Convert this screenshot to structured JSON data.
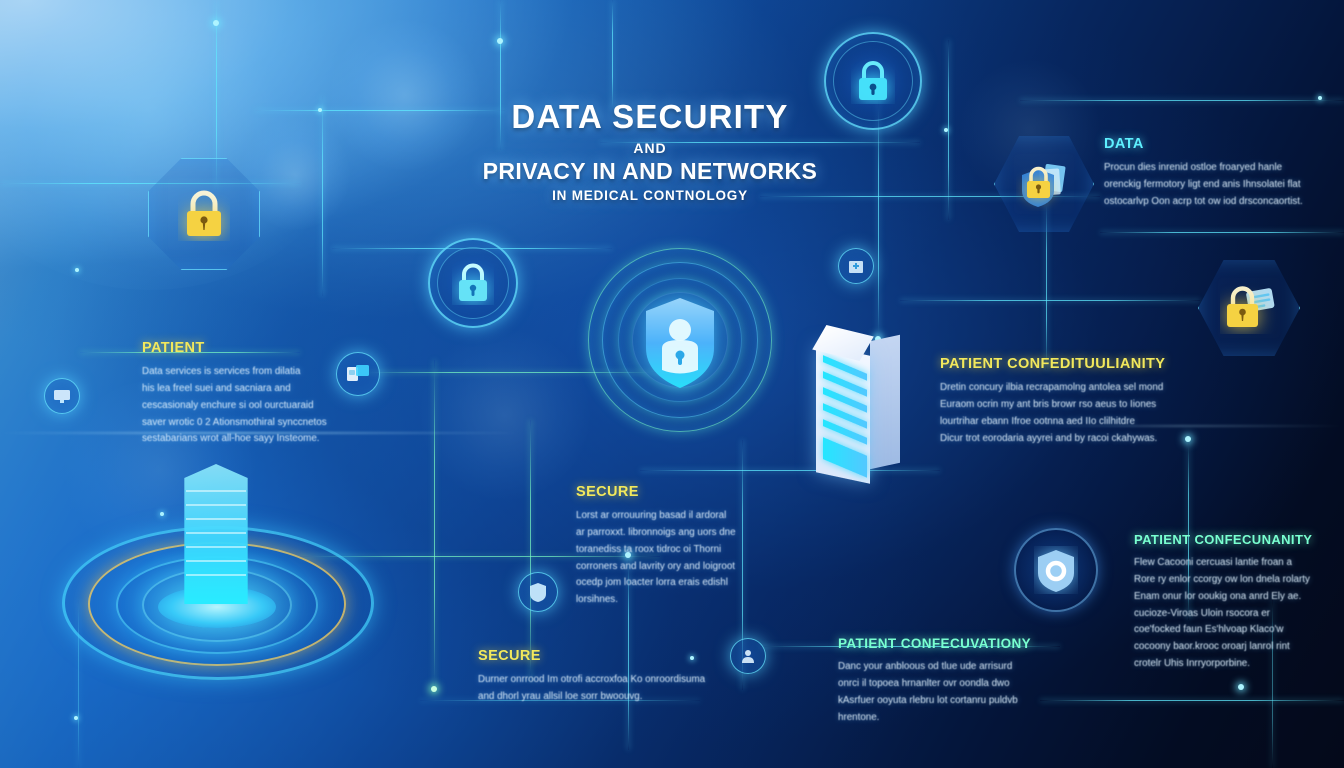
{
  "title": {
    "main": "DATA SECURITY",
    "connector": "AND",
    "sub": "PRIVACY IN AND NETWORKS",
    "tagline": "IN MEDICAL CONTNOLOGY"
  },
  "colors": {
    "accent_cyan": "#5ef0ff",
    "accent_mint": "#79ffd0",
    "accent_yellow": "#f2e85c",
    "lock_yellow": "#f5d242",
    "bg_light": "#7cc0ec",
    "bg_dark": "#04091a",
    "body_text": "#e3f3ff"
  },
  "blocks": [
    {
      "id": "patient-left",
      "heading": "PATIENT",
      "heading_color": "yellow",
      "lines": [
        "Data services is services from dilatia",
        "his lea freel suei and sacniara and",
        "cescasionaly enchure si ool ourctuaraid",
        "saver wrotic 0 2 Ationsmothiral synccnetos",
        "sestabarians wrot all-hoe sayy Insteome."
      ]
    },
    {
      "id": "data-top-right",
      "heading": "DATA",
      "heading_color": "cyan",
      "lines": [
        "Procun dies inrenid ostloe froaryed hanle",
        "orenckig fermotory ligt end anis Ihnsolatei flat",
        "ostocarlvp Oon acrp tot ow iod drsconcaortist."
      ]
    },
    {
      "id": "patient-confidentiality-right",
      "heading": "PATIENT CONFEDITUULIANITY",
      "heading_color": "yellow",
      "lines": [
        "Dretin concury ilbia recrapamolng antolea sel mond",
        "Euraom ocrin my ant bris browr rso aeus to Iiones",
        "lourtrihar ebann Ifroe ootnna aed IIo clilhitdre",
        "Dicur trot eorodaria ayyrei and by racoi ckahywas."
      ]
    },
    {
      "id": "secure-center",
      "heading": "SECURE",
      "heading_color": "yellow",
      "lines": [
        "Lorst ar orrouuring basad il ardoral",
        "ar parroxxt. libronnoigs ang uors dne",
        "toranediss ta roox tidroc oi Thorni",
        "corroners and lavrity ory and loigroot",
        "ocedp jom loacter lorra erais edishl",
        "lorsihnes."
      ]
    },
    {
      "id": "patient-confecunanity-right",
      "heading": "PATIENT CONFECUNANITY",
      "heading_color": "mint",
      "lines": [
        "Flew Cacooni cercuasi lantie froan a",
        "Rore ry enlor ccorgy ow lon dnela rolarty",
        "Enam onur lor ooukig ona anrd Ely ae.",
        "cucioze-Viroas Uloin rsocora er",
        "coe'focked faun Es'hlvoap Klaco'w",
        "cocoony baor.krooc oroarj lanrol rint",
        "crotelr Uhis Inrryorporbine."
      ]
    },
    {
      "id": "secure-bottom",
      "heading": "SECURE",
      "heading_color": "yellow",
      "lines": [
        "Durner onrrood Im otrofi accroxfoa Ko onroordisuma",
        "and dhorl yrau allsil loe sorr bwoouvg."
      ]
    },
    {
      "id": "patient-confecvationy-bottom",
      "heading": "PATIENT CONFECUVATIONY",
      "heading_color": "mint",
      "lines": [
        "Danc your anbloous od tlue ude arrisurd",
        "onrci il topoea hrnanlter ovr oondla dwo",
        "kAsrfuer ooyuta rlebru lot cortanru puldvb",
        "hrentone."
      ]
    }
  ],
  "icons": {
    "central_shield": "shield-person-lock-icon",
    "top_lock_circle": "padlock-circle-icon",
    "left_lock_octagon": "padlock-octagon-icon",
    "mid_lock_circle": "padlock-circle-icon",
    "hex_shield_doc": "shield-lock-document-icon",
    "hex_lock_data": "padlock-data-card-icon",
    "small_id_card": "id-card-icon",
    "small_hospital": "hospital-building-icon",
    "small_monitor": "monitor-icon",
    "shield_ring": "shield-ring-icon",
    "small_shield_check": "shield-check-icon",
    "small_user_badge": "user-badge-icon",
    "holo_tower": "holographic-data-tower-icon",
    "server_rack": "server-rack-icon"
  }
}
